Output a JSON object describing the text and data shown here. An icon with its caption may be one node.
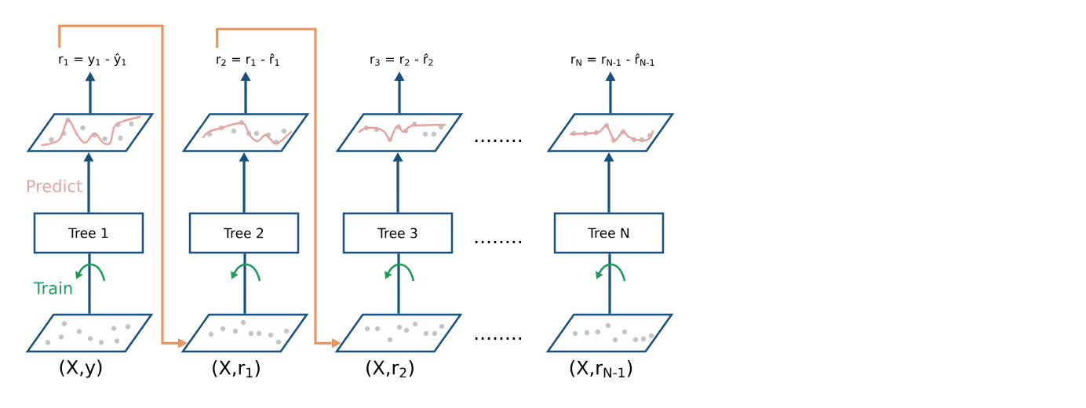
{
  "diagram": {
    "nodes": [
      {
        "text": [
          "r$_{1}$ = y$_{1}$ - ŷ$_{1}$"
        ]
      },
      {
        "text": [
          "r$_{2}$ = r$_{1}$ - r̂$_{1}$"
        ]
      },
      {
        "text": [
          "r$_{3}$ = r$_{2}$ - r̂$_{2}$"
        ]
      },
      {
        "text": [
          "r$_{N}$ = r$_{N-1}$ - r̂$_{N-1}$"
        ]
      },
      {
        "text": [],
        "shape": "parallelogram"
      },
      {
        "text": [],
        "shape": "parallelogram"
      },
      {
        "text": [],
        "shape": "parallelogram"
      },
      {
        "text": [],
        "shape": "parallelogram"
      },
      {
        "text": [
          "Tree 1"
        ]
      },
      {
        "text": [
          "Tree 2"
        ]
      },
      {
        "text": [
          "Tree 3"
        ]
      },
      {
        "text": [
          "Tree N"
        ]
      },
      {
        "text": [],
        "shape": "parallelogram",
        "beside": [
          "(X,y)"
        ]
      },
      {
        "text": [],
        "shape": "parallelogram",
        "beside": [
          "(X,r$_{1}$)"
        ]
      },
      {
        "text": [],
        "shape": "parallelogram",
        "beside": [
          "(X,r$_{2}$)"
        ]
      },
      {
        "text": [],
        "shape": "parallelogram",
        "beside": [
          "(X,r$_{N-1}$)"
        ]
      }
    ],
    "edges": [
      {
        "from": 12,
        "to": 8,
        "arrow": "none"
      },
      {
        "from": 8,
        "to": 4,
        "arrow": "to"
      },
      {
        "from": 4,
        "to": 0,
        "arrow": "to"
      },
      {
        "from": 13,
        "to": 9,
        "arrow": "none"
      },
      {
        "from": 9,
        "to": 5,
        "arrow": "to"
      },
      {
        "from": 5,
        "to": 1,
        "arrow": "to"
      },
      {
        "from": 14,
        "to": 10,
        "arrow": "none"
      },
      {
        "from": 10,
        "to": 6,
        "arrow": "to"
      },
      {
        "from": 6,
        "to": 2,
        "arrow": "to"
      },
      {
        "from": 15,
        "to": 11,
        "arrow": "none"
      },
      {
        "from": 11,
        "to": 7,
        "arrow": "to"
      },
      {
        "from": 7,
        "to": 3,
        "arrow": "to"
      },
      {
        "from": 0,
        "to": 13,
        "arrow": "to",
        "color": "#e8955f"
      },
      {
        "from": 1,
        "to": 14,
        "arrow": "to",
        "color": "#e8955f"
      }
    ],
    "labels": [
      "........",
      "Predict",
      "........",
      "Train",
      "........"
    ]
  }
}
